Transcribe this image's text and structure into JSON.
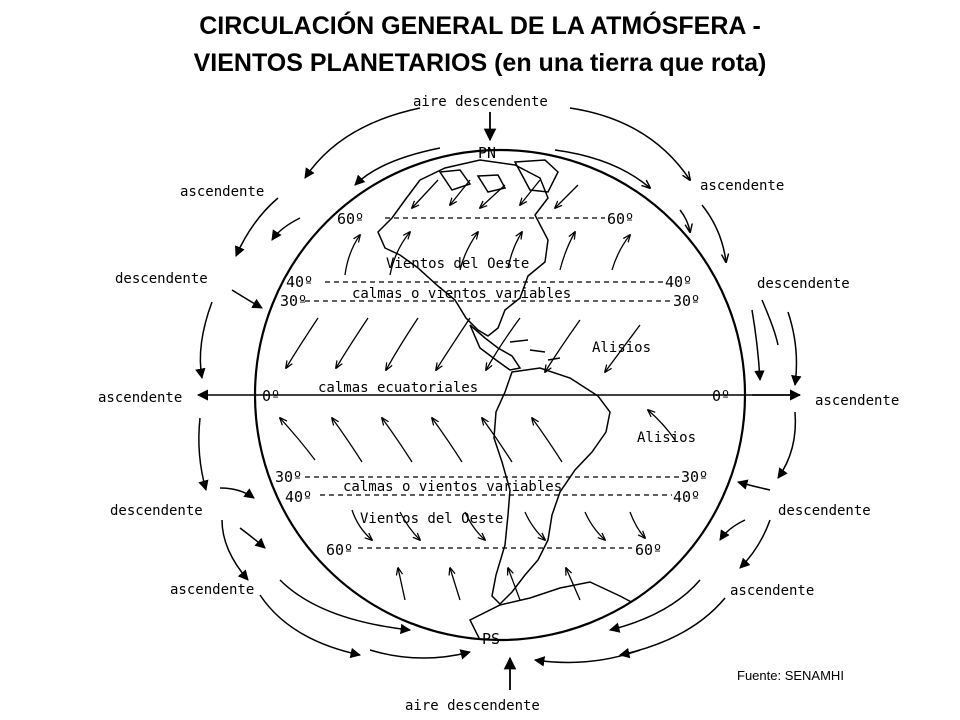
{
  "title": {
    "line1": "CIRCULACIÓN GENERAL DE LA ATMÓSFERA -",
    "line2": "VIENTOS  PLANETARIOS (en una tierra que rota)"
  },
  "poles": {
    "north": "PN",
    "south": "PS"
  },
  "vertical_air": {
    "top": "aire descendente",
    "bottom": "aire descendente"
  },
  "side_labels": {
    "left": [
      "ascendente",
      "descendente",
      "ascendente",
      "descendente",
      "ascendente"
    ],
    "right": [
      "ascendente",
      "descendente",
      "ascendente",
      "descendente",
      "ascendente"
    ]
  },
  "latitudes": {
    "n60": "60º",
    "n40": "40º",
    "n30": "30º",
    "eq": "0º",
    "s30": "30º",
    "s40": "40º",
    "s60": "60º"
  },
  "zones": {
    "north_westerlies": "Vientos del Oeste",
    "north_calms": "calmas o vientos variables",
    "north_trades": "Alisios",
    "equatorial_calms": "calmas ecuatoriales",
    "south_trades": "Alisios",
    "south_calms": "calmas o vientos variables",
    "south_westerlies": "Vientos del Oeste"
  },
  "source": "Fuente: SENAMHI"
}
